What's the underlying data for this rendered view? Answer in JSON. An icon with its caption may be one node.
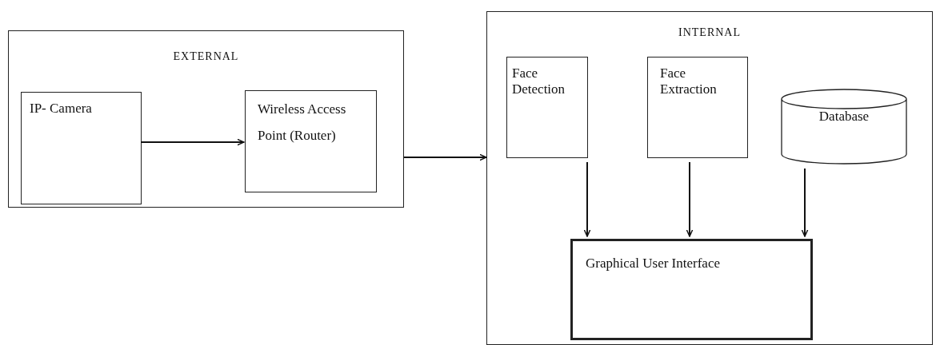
{
  "diagram": {
    "nodes": [
      {
        "text": [
          "EXTERNAL"
        ]
      },
      {
        "text": [
          "IP- Camera"
        ],
        "in": 0
      },
      {
        "text": [
          "Wireless Access Point (Router)"
        ],
        "in": 0
      },
      {
        "text": [
          "INTERNAL"
        ]
      },
      {
        "text": [
          "Face Detection"
        ],
        "in": 3
      },
      {
        "text": [
          "Face Extraction"
        ],
        "in": 3
      },
      {
        "text": [
          "Database"
        ],
        "in": 3
      },
      {
        "text": [
          "Graphical User Interface"
        ],
        "in": 3
      }
    ],
    "edges": [
      {
        "from": 1,
        "to": 2,
        "arrow": "to"
      },
      {
        "from": 0,
        "to": 3,
        "arrow": "to"
      },
      {
        "from": 4,
        "to": 7,
        "arrow": "to"
      },
      {
        "from": 5,
        "to": 7,
        "arrow": "to"
      },
      {
        "from": 6,
        "to": 7,
        "arrow": "to"
      }
    ]
  }
}
